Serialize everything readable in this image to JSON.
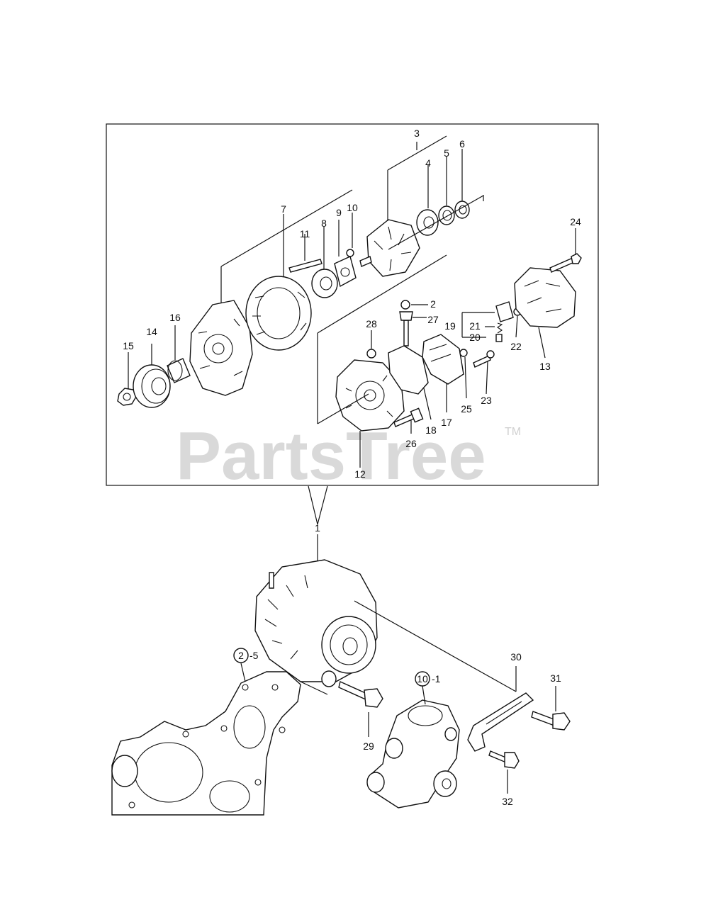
{
  "watermark": {
    "text": "PartsTree",
    "trademark": "TM"
  },
  "callouts": {
    "c1": "1",
    "c2": "2",
    "c3": "3",
    "c4": "4",
    "c5": "5",
    "c6": "6",
    "c7": "7",
    "c8": "8",
    "c9": "9",
    "c10": "10",
    "c11": "11",
    "c12": "12",
    "c13": "13",
    "c14": "14",
    "c15": "15",
    "c16": "16",
    "c17": "17",
    "c18": "18",
    "c19": "19",
    "c20": "20",
    "c21": "21",
    "c22": "22",
    "c23": "23",
    "c24": "24",
    "c25": "25",
    "c26": "26",
    "c27": "27",
    "c28": "28",
    "c29": "29",
    "c30": "30",
    "c31": "31",
    "c32": "32"
  },
  "references": {
    "ref_a_circle": "2",
    "ref_a_suffix": "-5",
    "ref_b_circle": "10",
    "ref_b_suffix": "-1"
  },
  "colors": {
    "ink": "#111111",
    "watermark": "#d9d9d9",
    "background": "#ffffff"
  }
}
